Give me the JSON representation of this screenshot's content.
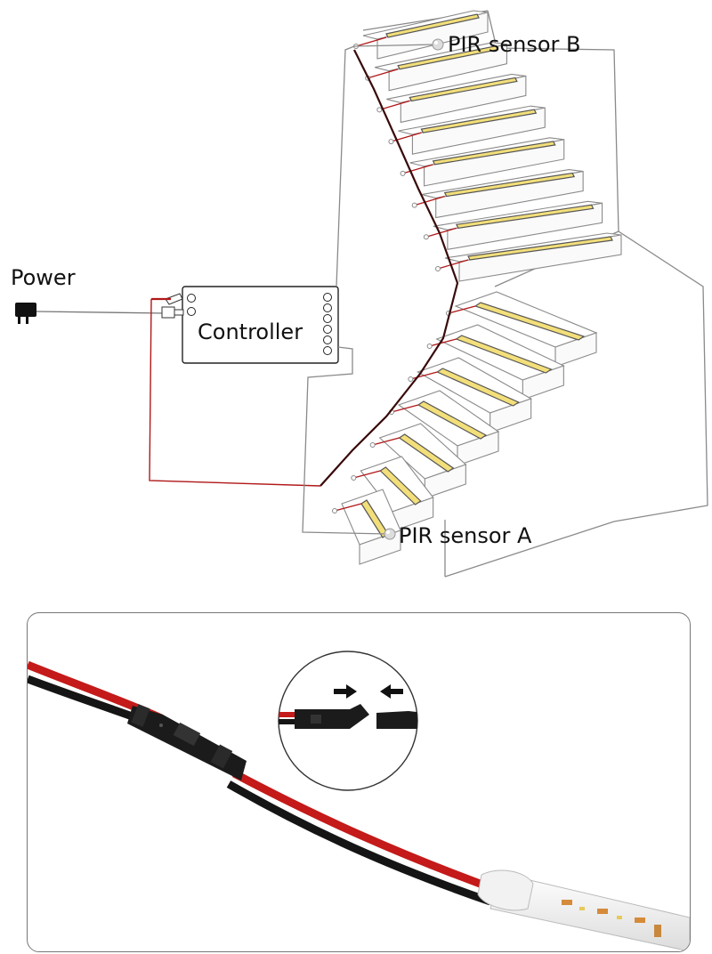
{
  "labels": {
    "power": "Power",
    "controller": "Controller",
    "sensor_b": "PIR sensor B",
    "sensor_a": "PIR sensor A"
  },
  "colors": {
    "led": "#f3df7a",
    "wire_red": "#b01818",
    "wire_black": "#1a1a1a",
    "outline": "#8a8a8a",
    "connector": "#1b1b1b"
  },
  "icons": {
    "power": "power-adapter-icon",
    "sensor": "pir-sensor-icon",
    "arrows": "push-arrow-icon"
  }
}
